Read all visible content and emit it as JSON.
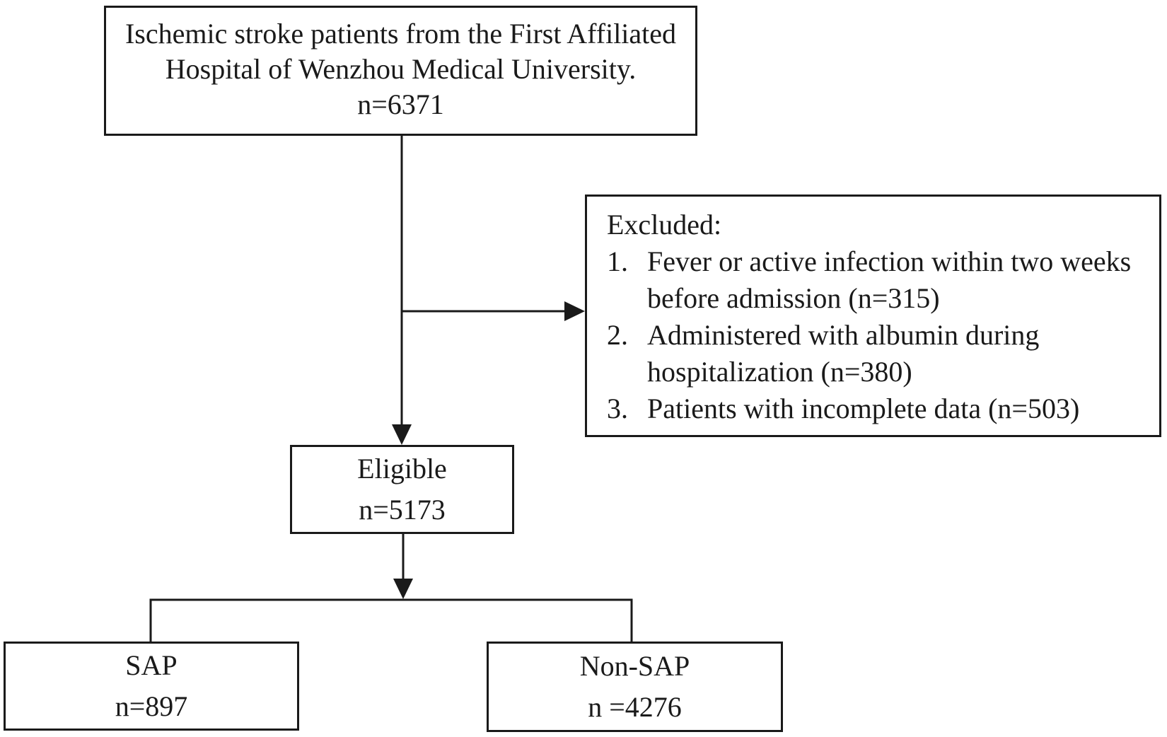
{
  "colors": {
    "ink": "#1a1a1a",
    "background": "#ffffff"
  },
  "flowchart": {
    "source_box": {
      "lines": [
        "Ischemic stroke patients from the First Affiliated",
        "Hospital of Wenzhou Medical University.",
        "n=6371"
      ]
    },
    "excluded_box": {
      "heading": "Excluded:",
      "items": [
        "Fever or active infection within two weeks before admission (n=315)",
        "Administered with albumin during hospitalization (n=380)",
        "Patients with incomplete data (n=503)"
      ]
    },
    "eligible_box": {
      "label": "Eligible",
      "n": "n=5173"
    },
    "sap_box": {
      "label": "SAP",
      "n": "n=897"
    },
    "non_sap_box": {
      "label": "Non-SAP",
      "n": "n =4276"
    }
  }
}
